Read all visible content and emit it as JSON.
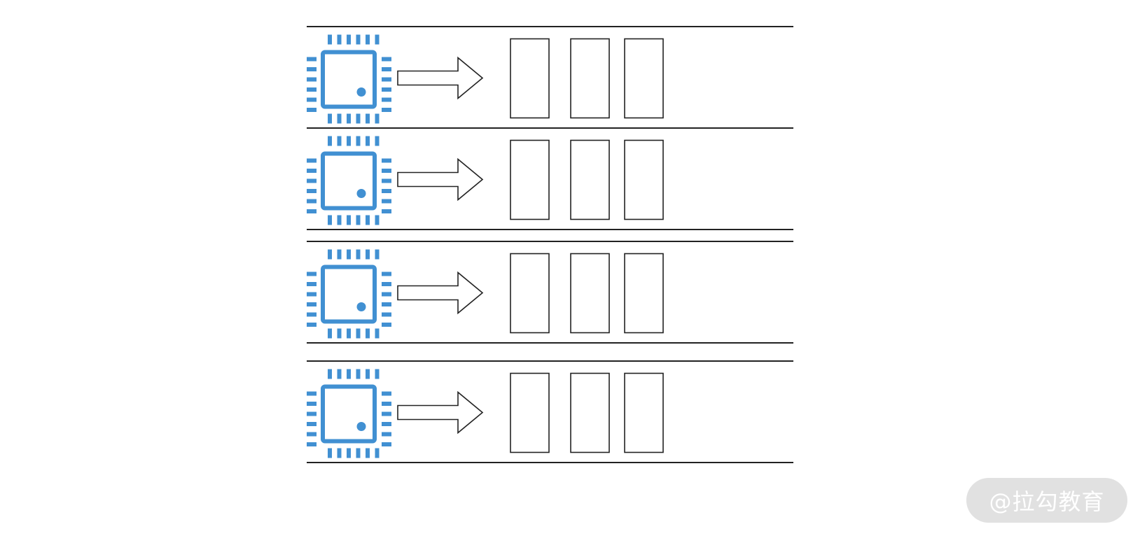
{
  "diagram": {
    "lane_count": 4,
    "colors": {
      "chip": "#4190d2",
      "line": "#222222",
      "box_stroke": "#222222",
      "arrow_stroke": "#222222"
    },
    "lanes": [
      {
        "processor_icon": "cpu-chip-icon",
        "connector_icon": "right-arrow-icon",
        "queue_slots": 3
      },
      {
        "processor_icon": "cpu-chip-icon",
        "connector_icon": "right-arrow-icon",
        "queue_slots": 3
      },
      {
        "processor_icon": "cpu-chip-icon",
        "connector_icon": "right-arrow-icon",
        "queue_slots": 3
      },
      {
        "processor_icon": "cpu-chip-icon",
        "connector_icon": "right-arrow-icon",
        "queue_slots": 3
      }
    ]
  },
  "watermark": {
    "text": "@拉勾教育"
  }
}
